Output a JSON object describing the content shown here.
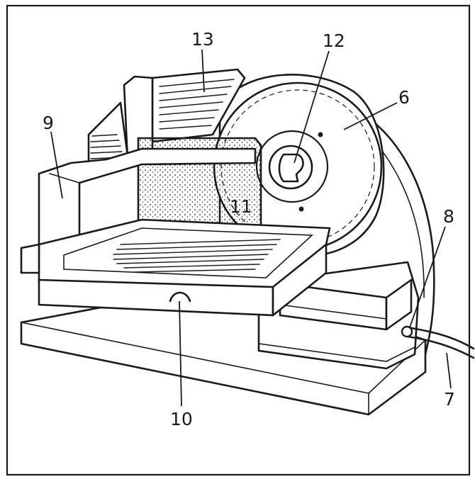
{
  "labels": {
    "l6": "6",
    "l7": "7",
    "l8": "8",
    "l9": "9",
    "l10": "10",
    "l11": "11",
    "l12": "12",
    "l13": "13"
  },
  "colors": {
    "line": "#1a1a1a",
    "background": "#ffffff"
  }
}
